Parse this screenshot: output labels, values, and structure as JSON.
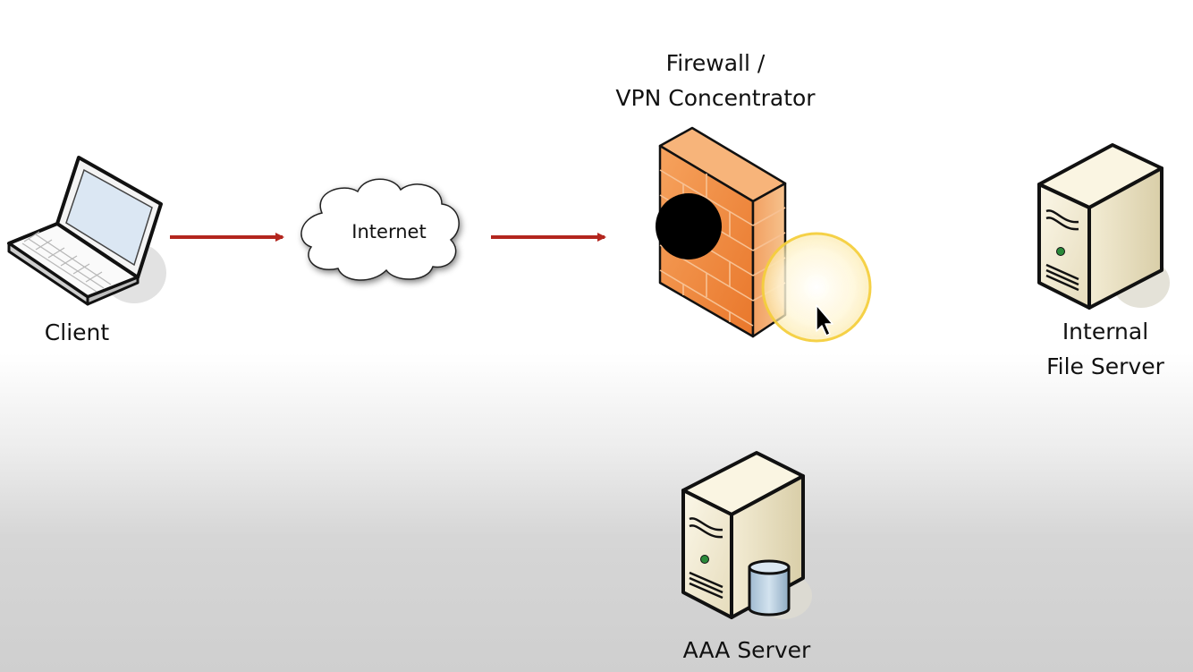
{
  "nodes": {
    "client": {
      "label": "Client"
    },
    "internet": {
      "label": "Internet"
    },
    "firewall": {
      "label_line1": "Firewall /",
      "label_line2": "VPN Concentrator"
    },
    "file_server": {
      "label_line1": "Internal",
      "label_line2": "File Server"
    },
    "aaa_server": {
      "label": "AAA Server"
    }
  },
  "connections": [
    {
      "from": "client",
      "to": "internet",
      "style": "arrow"
    },
    {
      "from": "internet",
      "to": "firewall",
      "style": "arrow"
    }
  ],
  "colors": {
    "arrow": "#b3261e",
    "firewall_brick": "#f08a3c",
    "server_body": "#efe9d3",
    "database": "#b8cfe0",
    "cursor_highlight": "#f7d24a"
  },
  "icons": [
    "laptop-icon",
    "cloud-icon",
    "firewall-icon",
    "server-icon",
    "database-icon",
    "mouse-pointer-icon"
  ]
}
